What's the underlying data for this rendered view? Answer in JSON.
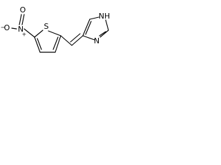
{
  "structure": {
    "atoms": {
      "sulfur": "S",
      "nitro_nitrogen": "N",
      "nitro_oxygen_upper": "O",
      "nitro_oxygen_lower": "O",
      "imidazole_nh": "NH",
      "imidazole_n": "N"
    },
    "charges": {
      "nitro_nitrogen_charge": "+",
      "nitro_oxygen_charge": "−"
    }
  }
}
